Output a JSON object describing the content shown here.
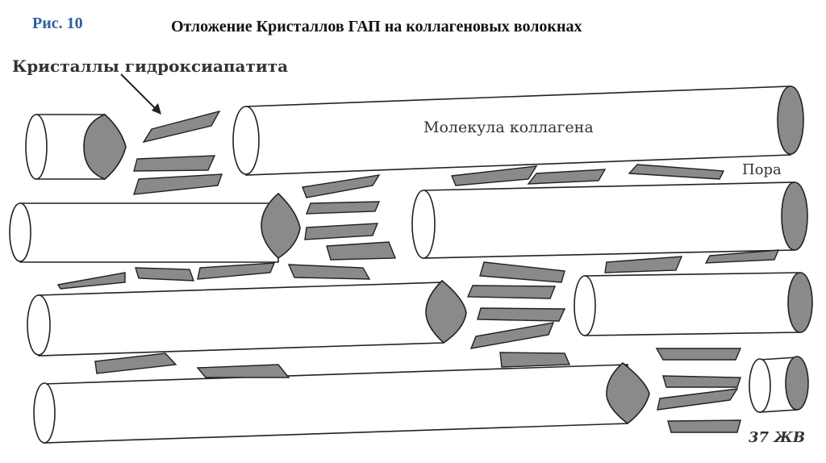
{
  "header": {
    "figure_label": "Рис. 10",
    "title": "Отложение Кристаллов ГАП на коллагеновых волокнах"
  },
  "diagram": {
    "label_crystals": "Кристаллы гидроксиапатита",
    "label_molecule": "Молекула коллагена",
    "label_pore": "Пора",
    "watermark": "37 ЖВ"
  },
  "colors": {
    "figure_label": "#2e5f9e",
    "crystal_fill": "#8a8a8a",
    "stroke": "#222222"
  }
}
